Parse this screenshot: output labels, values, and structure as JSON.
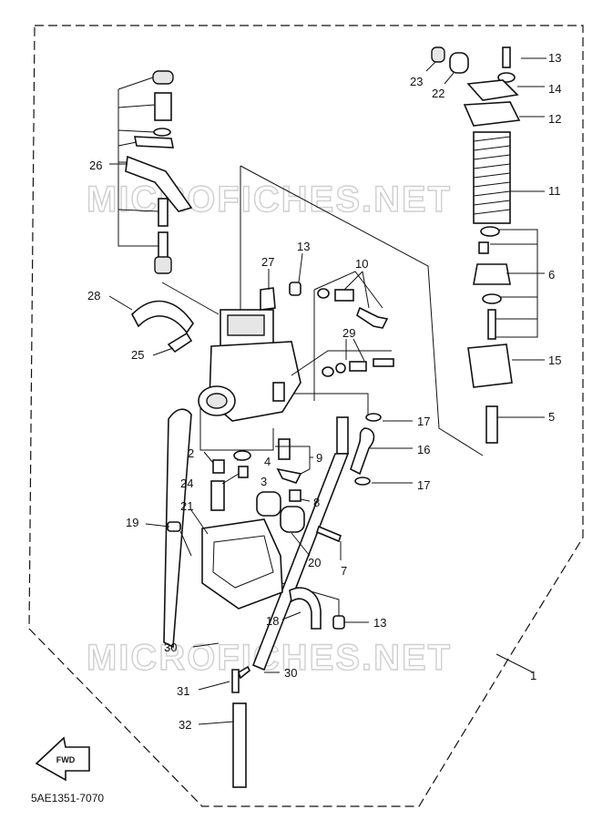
{
  "watermark": "MICROFICHES.NET",
  "diagram_code": "5AE1351-7070",
  "fwd_label": "FWD",
  "callouts": [
    {
      "id": "c1",
      "text": "1"
    },
    {
      "id": "c2",
      "text": "2"
    },
    {
      "id": "c3",
      "text": "3"
    },
    {
      "id": "c4",
      "text": "4"
    },
    {
      "id": "c5",
      "text": "5"
    },
    {
      "id": "c6",
      "text": "6"
    },
    {
      "id": "c7",
      "text": "7"
    },
    {
      "id": "c8",
      "text": "8"
    },
    {
      "id": "c9",
      "text": "9"
    },
    {
      "id": "c10",
      "text": "10"
    },
    {
      "id": "c11",
      "text": "11"
    },
    {
      "id": "c12",
      "text": "12"
    },
    {
      "id": "c13a",
      "text": "13"
    },
    {
      "id": "c13b",
      "text": "13"
    },
    {
      "id": "c13c",
      "text": "13"
    },
    {
      "id": "c14",
      "text": "14"
    },
    {
      "id": "c15",
      "text": "15"
    },
    {
      "id": "c16",
      "text": "16"
    },
    {
      "id": "c17a",
      "text": "17"
    },
    {
      "id": "c17b",
      "text": "17"
    },
    {
      "id": "c18",
      "text": "18"
    },
    {
      "id": "c19",
      "text": "19"
    },
    {
      "id": "c20",
      "text": "20"
    },
    {
      "id": "c21",
      "text": "21"
    },
    {
      "id": "c22",
      "text": "22"
    },
    {
      "id": "c23",
      "text": "23"
    },
    {
      "id": "c24",
      "text": "24"
    },
    {
      "id": "c25",
      "text": "25"
    },
    {
      "id": "c26",
      "text": "26"
    },
    {
      "id": "c27",
      "text": "27"
    },
    {
      "id": "c28",
      "text": "28"
    },
    {
      "id": "c29",
      "text": "29"
    },
    {
      "id": "c30a",
      "text": "30"
    },
    {
      "id": "c30b",
      "text": "30"
    },
    {
      "id": "c31",
      "text": "31"
    },
    {
      "id": "c32",
      "text": "32"
    }
  ]
}
